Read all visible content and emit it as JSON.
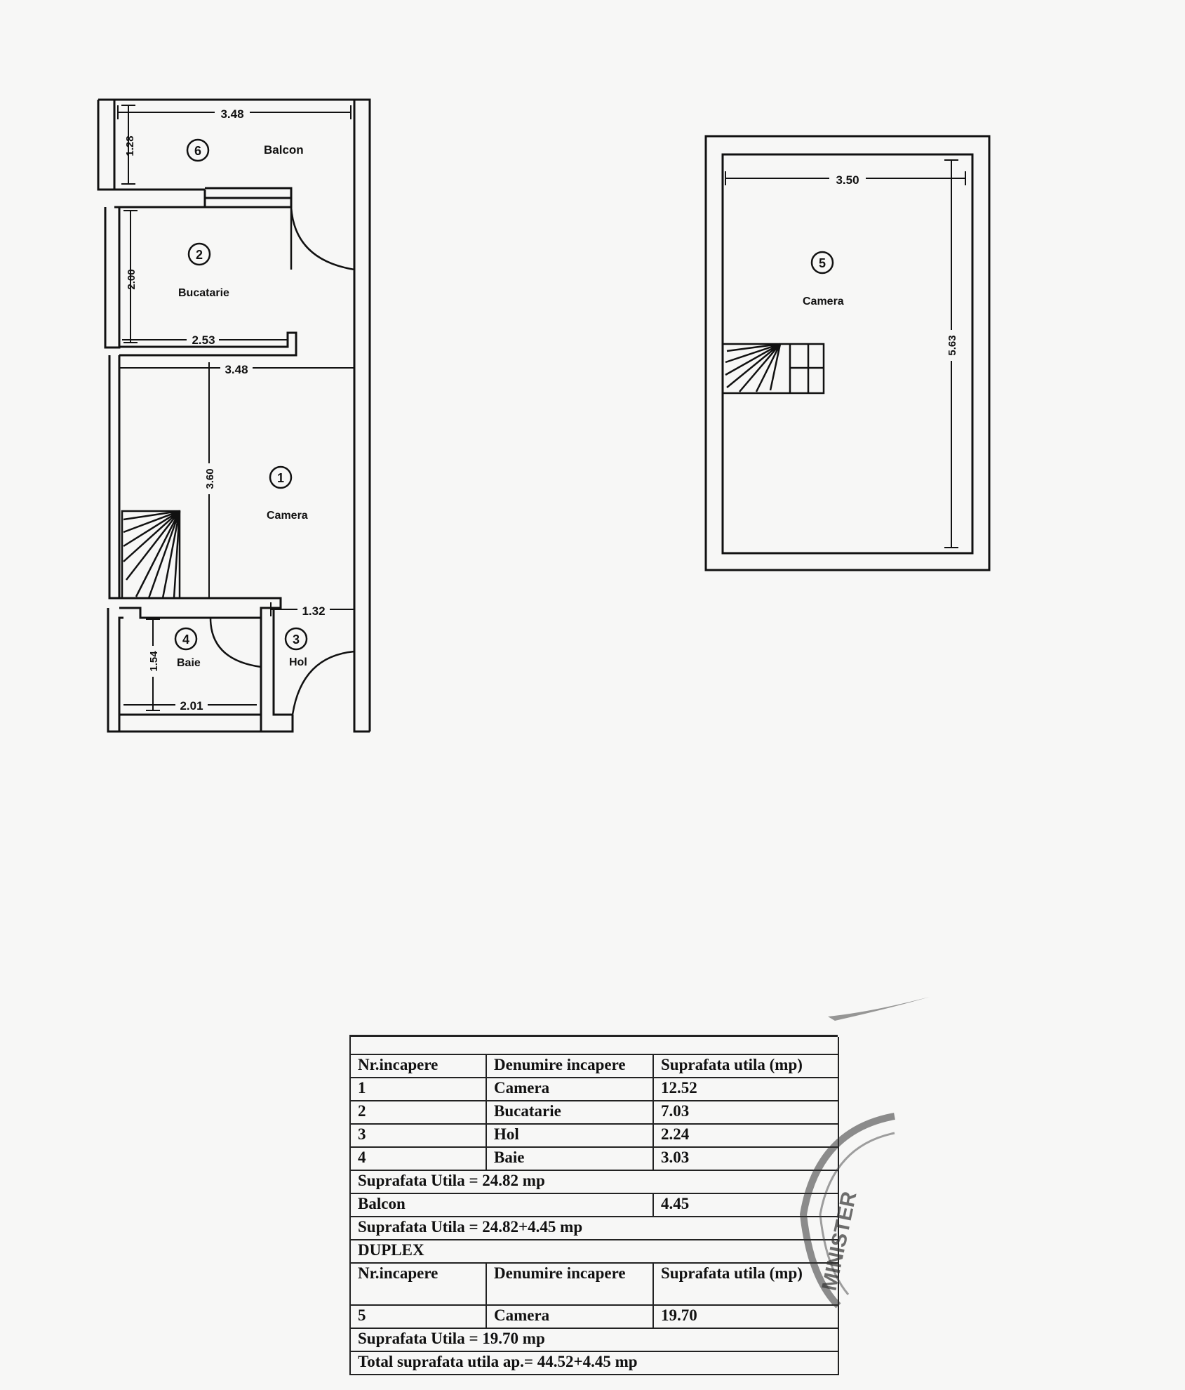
{
  "floor_plan_ground": {
    "rooms": [
      {
        "number": "6",
        "name": "Balcon"
      },
      {
        "number": "2",
        "name": "Bucatarie"
      },
      {
        "number": "1",
        "name": "Camera"
      },
      {
        "number": "4",
        "name": "Baie"
      },
      {
        "number": "3",
        "name": "Hol"
      }
    ],
    "dimensions": {
      "balcon_width": "3.48",
      "balcon_depth": "1.28",
      "bucatarie_depth": "2.00",
      "bucatarie_width": "2.53",
      "camera_width": "3.48",
      "camera_depth": "3.60",
      "hol_width": "1.32",
      "baie_depth": "1.54",
      "baie_width": "2.01"
    }
  },
  "floor_plan_duplex": {
    "rooms": [
      {
        "number": "5",
        "name": "Camera"
      }
    ],
    "dimensions": {
      "width": "3.50",
      "depth": "5.63"
    }
  },
  "area_table": {
    "ground_header": [
      "Nr.incapere",
      "Denumire incapere",
      "Suprafata utila (mp)"
    ],
    "ground_rows": [
      [
        "1",
        "Camera",
        "12.52"
      ],
      [
        "2",
        "Bucatarie",
        "7.03"
      ],
      [
        "3",
        "Hol",
        "2.24"
      ],
      [
        "4",
        "Baie",
        "3.03"
      ]
    ],
    "ground_total": "Suprafata Utila = 24.82 mp",
    "balcon_label": "Balcon",
    "balcon_value": "4.45",
    "ground_total_with_balcon": "Suprafata Utila = 24.82+4.45 mp",
    "duplex_label": "DUPLEX",
    "duplex_header": [
      "Nr.incapere",
      "Denumire incapere",
      "Suprafata utila (mp)"
    ],
    "duplex_rows": [
      [
        "5",
        "Camera",
        "19.70"
      ]
    ],
    "duplex_total": "Suprafata Utila = 19.70 mp",
    "grand_total": "Total suprafata utila ap.= 44.52+4.45 mp"
  },
  "stamp": {
    "text": "MINISTER"
  }
}
